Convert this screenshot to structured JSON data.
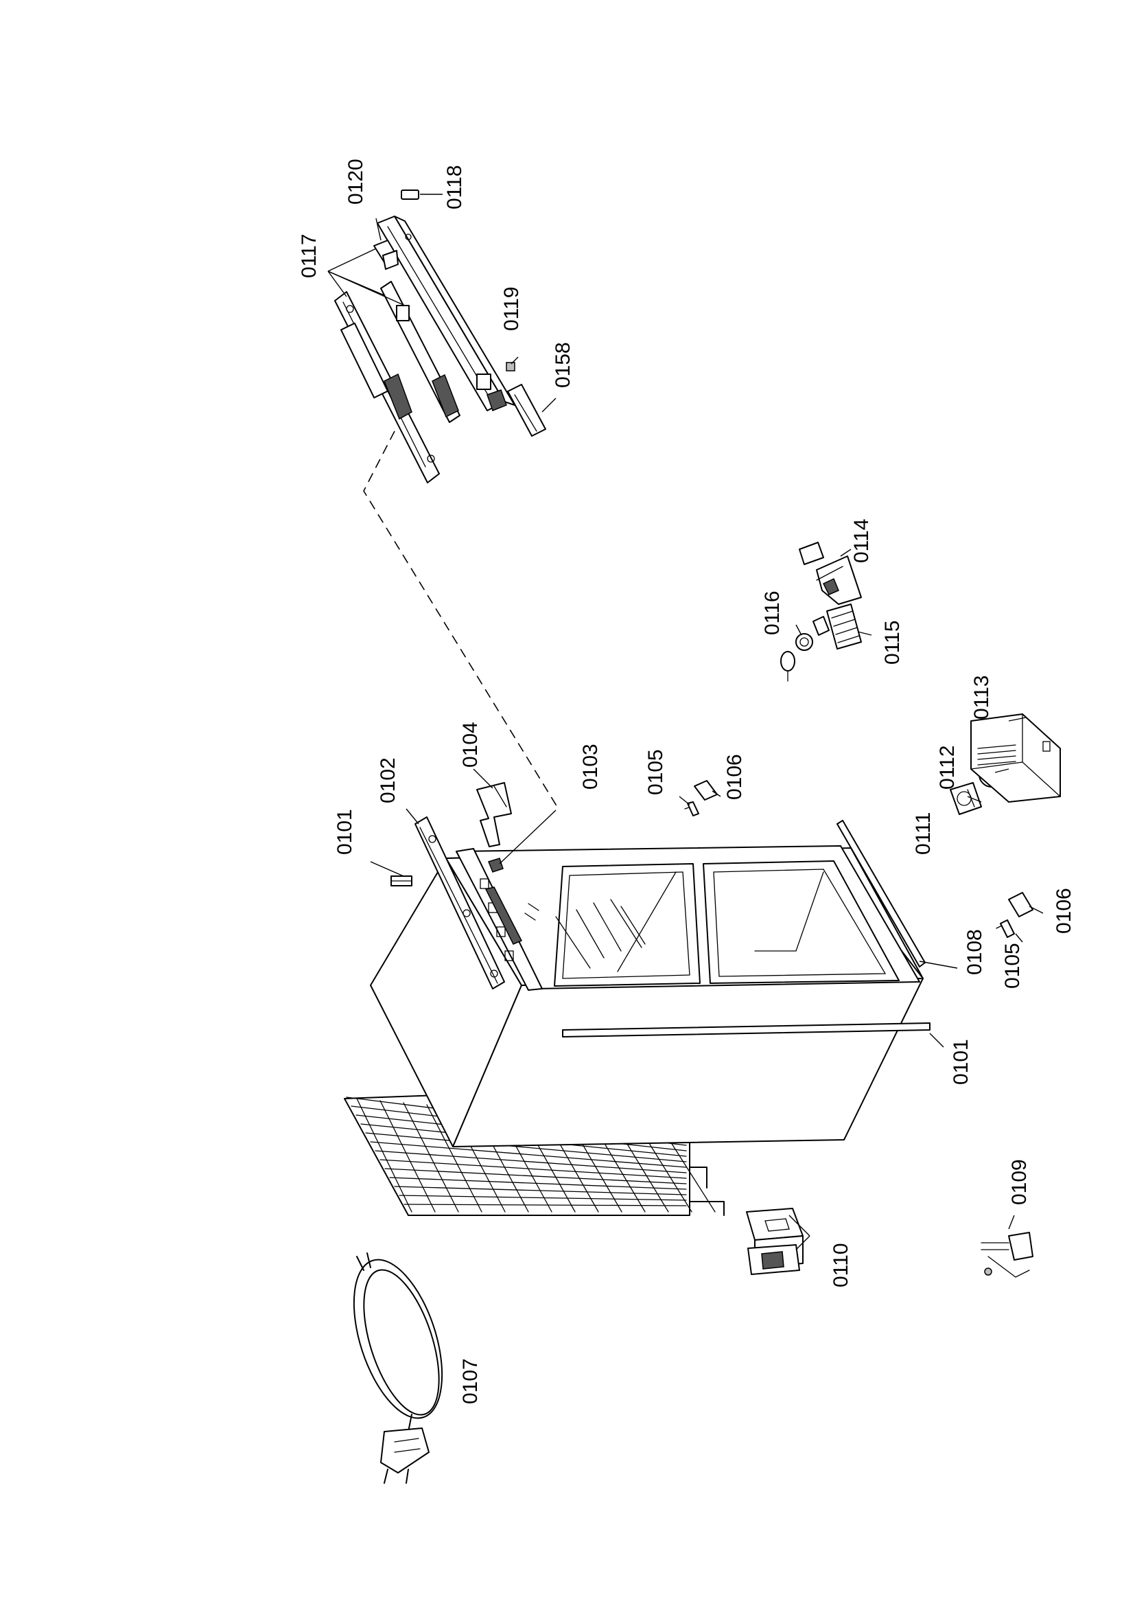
{
  "diagram": {
    "orientation": "rotated 90° (landscape exploded view)",
    "labels": {
      "l0101a": "0101",
      "l0101b": "0101",
      "l0102": "0102",
      "l0103": "0103",
      "l0104": "0104",
      "l0105a": "0105",
      "l0105b": "0105",
      "l0106a": "0106",
      "l0106b": "0106",
      "l0107": "0107",
      "l0108": "0108",
      "l0109": "0109",
      "l0110": "0110",
      "l0111": "0111",
      "l0112": "0112",
      "l0113": "0113",
      "l0114": "0114",
      "l0115": "0115",
      "l0116": "0116",
      "l0117": "0117",
      "l0118": "0118",
      "l0119": "0119",
      "l0120": "0120",
      "l0158": "0158"
    }
  }
}
